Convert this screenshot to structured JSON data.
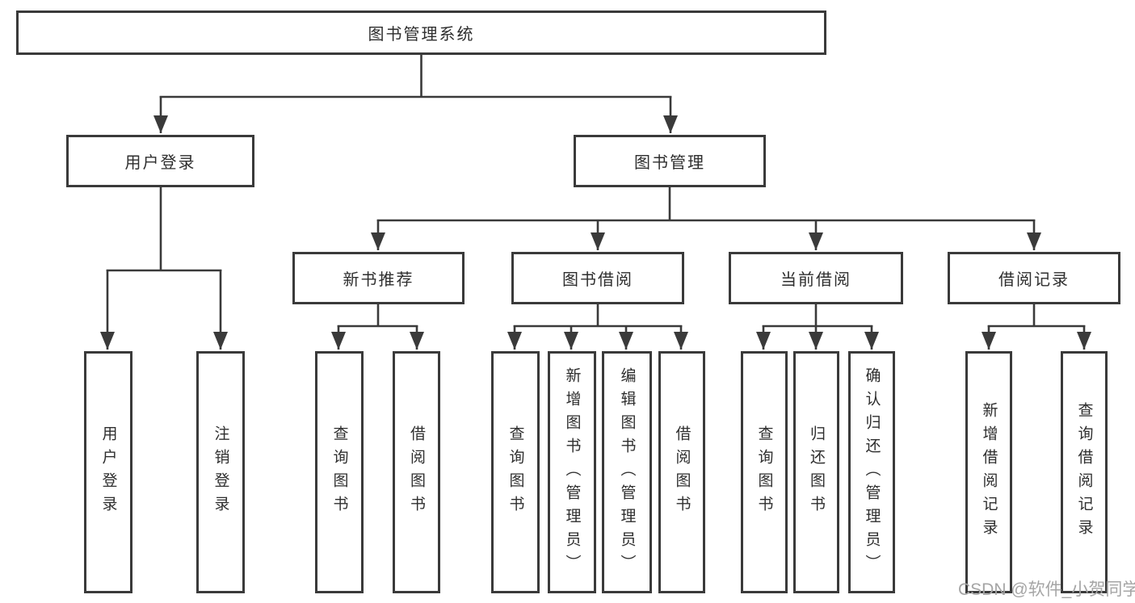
{
  "tree": {
    "root": "图书管理系统",
    "branches": [
      {
        "label": "用户登录",
        "leaves": [
          "用户登录",
          "注销登录"
        ]
      },
      {
        "label": "图书管理",
        "groups": [
          {
            "label": "新书推荐",
            "leaves": [
              "查询图书",
              "借阅图书"
            ]
          },
          {
            "label": "图书借阅",
            "leaves": [
              "查询图书",
              "新增图书（管理员）",
              "编辑图书（管理员）",
              "借阅图书"
            ]
          },
          {
            "label": "当前借阅",
            "leaves": [
              "查询图书",
              "归还图书",
              "确认归还（管理员）"
            ]
          },
          {
            "label": "借阅记录",
            "leaves": [
              "新增借阅记录",
              "查询借阅记录"
            ]
          }
        ]
      }
    ]
  },
  "watermark": "CSDN @软件_小贺同学",
  "colors": {
    "line": "#3a3a3a",
    "text": "#2e2e2e",
    "watermark": "#a5a5a5",
    "background": "#ffffff"
  }
}
